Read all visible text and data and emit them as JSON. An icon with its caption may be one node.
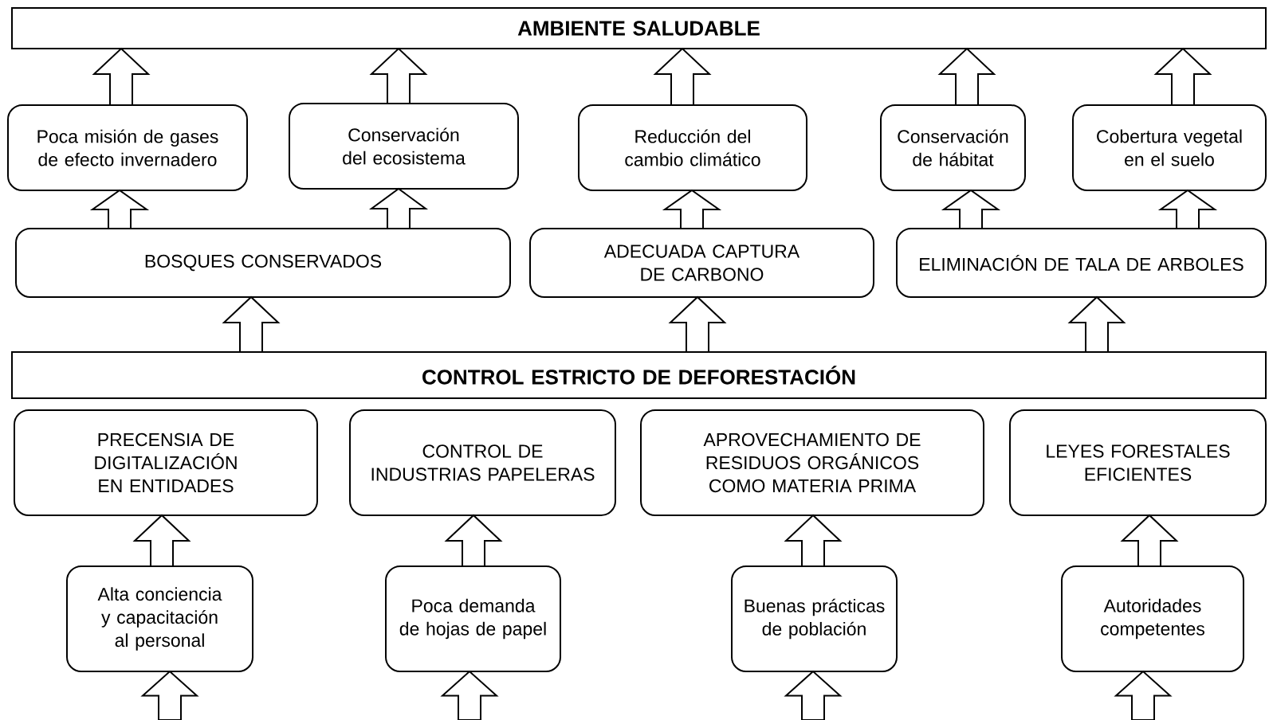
{
  "diagram": {
    "nodes": [
      {
        "text": [
          "AMBIENTE SALUDABLE"
        ]
      },
      {
        "text": [
          "Poca misión de gases de efecto invernadero"
        ]
      },
      {
        "text": [
          "Conservación del ecosistema"
        ]
      },
      {
        "text": [
          "Reducción del cambio climático"
        ]
      },
      {
        "text": [
          "Conservación de hábitat"
        ]
      },
      {
        "text": [
          "Cobertura vegetal en el suelo"
        ]
      },
      {
        "text": [
          "BOSQUES CONSERVADOS"
        ]
      },
      {
        "text": [
          "ADECUADA CAPTURA DE CARBONO"
        ]
      },
      {
        "text": [
          "ELIMINACIÓN DE TALA DE ARBOLES"
        ]
      },
      {
        "text": [
          "CONTROL ESTRICTO DE DEFORESTACIÓN"
        ]
      },
      {
        "text": [
          "PRECENSIA DE DIGITALIZACIÓN EN ENTIDADES"
        ]
      },
      {
        "text": [
          "CONTROL DE INDUSTRIAS PAPELERAS"
        ]
      },
      {
        "text": [
          "APROVECHAMIENTO DE RESIDUOS ORGÁNICOS COMO MATERIA PRIMA"
        ]
      },
      {
        "text": [
          "LEYES FORESTALES EFICIENTES"
        ]
      },
      {
        "text": [
          "Alta conciencia y capacitación al personal"
        ]
      },
      {
        "text": [
          "Poca demanda de hojas de papel"
        ]
      },
      {
        "text": [
          "Buenas prácticas de población"
        ]
      },
      {
        "text": [
          "Autoridades competentes"
        ]
      }
    ],
    "edges": [
      {
        "from": 1,
        "to": 0,
        "arrow": "to"
      },
      {
        "from": 2,
        "to": 0,
        "arrow": "to"
      },
      {
        "from": 3,
        "to": 0,
        "arrow": "to"
      },
      {
        "from": 4,
        "to": 0,
        "arrow": "to"
      },
      {
        "from": 5,
        "to": 0,
        "arrow": "to"
      },
      {
        "from": 6,
        "to": 1,
        "arrow": "to"
      },
      {
        "from": 6,
        "to": 2,
        "arrow": "to"
      },
      {
        "from": 7,
        "to": 3,
        "arrow": "to"
      },
      {
        "from": 8,
        "to": 4,
        "arrow": "to"
      },
      {
        "from": 8,
        "to": 5,
        "arrow": "to"
      },
      {
        "from": 9,
        "to": 6,
        "arrow": "to"
      },
      {
        "from": 9,
        "to": 7,
        "arrow": "to"
      },
      {
        "from": 9,
        "to": 8,
        "arrow": "to"
      },
      {
        "from": 14,
        "to": 10,
        "arrow": "to"
      },
      {
        "from": 15,
        "to": 11,
        "arrow": "to"
      },
      {
        "from": 16,
        "to": 12,
        "arrow": "to"
      },
      {
        "from": 17,
        "to": 13,
        "arrow": "to"
      },
      {
        "from": null,
        "to": 14,
        "arrow": "to"
      },
      {
        "from": null,
        "to": 15,
        "arrow": "to"
      },
      {
        "from": null,
        "to": 16,
        "arrow": "to"
      },
      {
        "from": null,
        "to": 17,
        "arrow": "to"
      }
    ]
  }
}
